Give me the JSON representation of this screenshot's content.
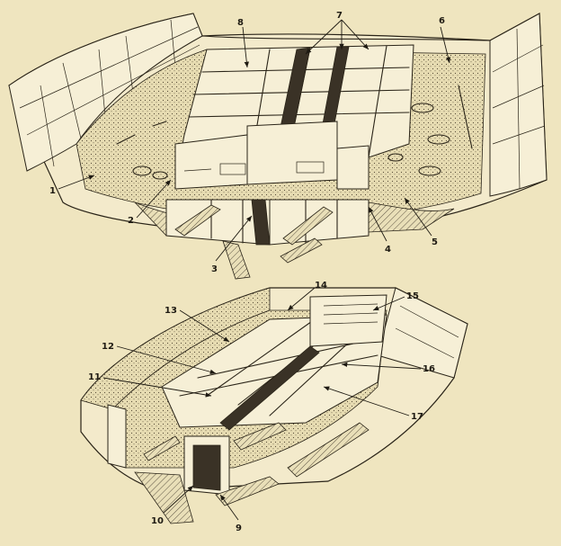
{
  "callouts_upper": [
    "1",
    "2",
    "3",
    "4",
    "5",
    "6",
    "7",
    "8"
  ],
  "callouts_lower": [
    "9",
    "10",
    "11",
    "12",
    "13",
    "14",
    "15",
    "16",
    "17"
  ],
  "colors": {
    "paper": "#efe5bf",
    "ink": "#2a2418"
  }
}
